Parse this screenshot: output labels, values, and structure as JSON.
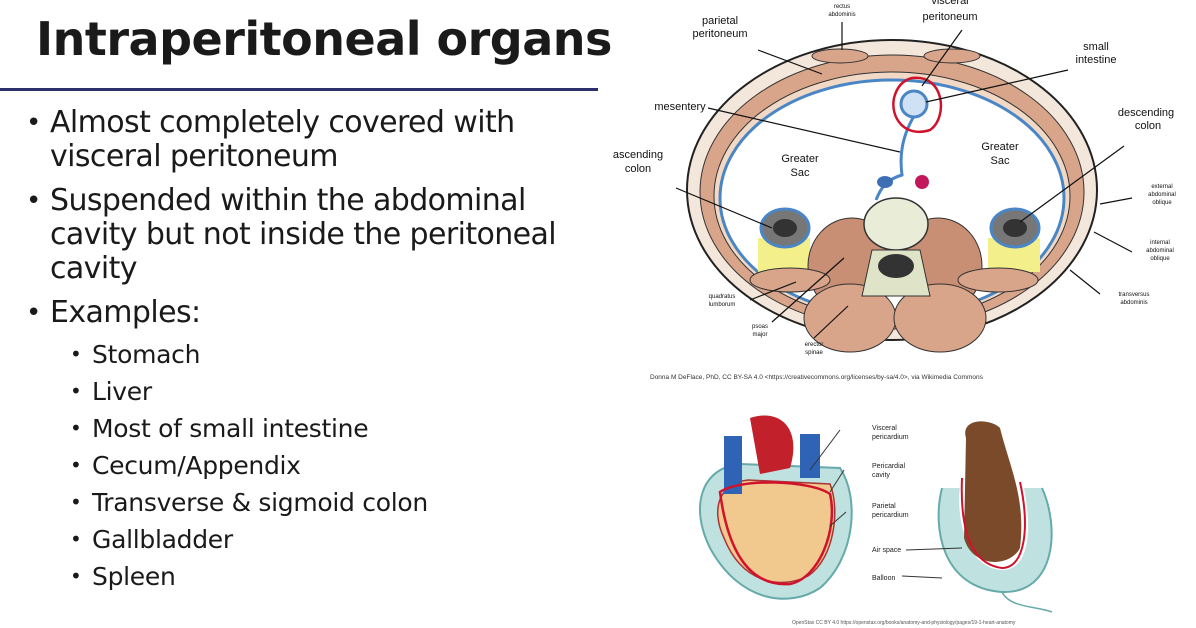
{
  "slide": {
    "title": "Intraperitoneal organs",
    "bullets": [
      "Almost completely covered with visceral peritoneum",
      "Suspended within the abdominal cavity but not inside the peritoneal cavity",
      "Examples:"
    ],
    "examples": [
      "Stomach",
      "Liver",
      "Most of small intestine",
      "Cecum/Appendix",
      "Transverse & sigmoid colon",
      "Gallbladder",
      "Spleen"
    ]
  },
  "abdomen_figure": {
    "labels": {
      "parietal_peritoneum": [
        "parietal",
        "peritoneum"
      ],
      "rectus_abdominis": [
        "rectus",
        "abdominis"
      ],
      "visceral_peritoneum": [
        "visceral",
        "peritoneum"
      ],
      "small_intestine": [
        "small",
        "intestine"
      ],
      "mesentery": "mesentery",
      "descending_colon": [
        "descending",
        "colon"
      ],
      "ascending_colon": [
        "ascending",
        "colon"
      ],
      "greater_sac_left": [
        "Greater",
        "Sac"
      ],
      "greater_sac_right": [
        "Greater",
        "Sac"
      ],
      "external_abdominal_oblique": [
        "external",
        "abdominal",
        "oblique"
      ],
      "internal_abdominal_oblique": [
        "internal",
        "abdominal",
        "oblique"
      ],
      "transversus_abdominis": [
        "transversus",
        "abdominis"
      ],
      "quadratus_lumborum": [
        "quadratus",
        "lumborum"
      ],
      "psoas_major": [
        "psoas",
        "major"
      ],
      "erector_spinae": [
        "erector",
        "spinae"
      ]
    },
    "credit": "Donna M DeFlace, PhD, CC BY-SA 4.0 <https://creativecommons.org/licenses/by-sa/4.0>, via Wikimedia Commons",
    "annotation_color": "#d0122c"
  },
  "heart_figure": {
    "labels": {
      "visceral_pericardium": [
        "Visceral",
        "pericardium"
      ],
      "pericardial_cavity": [
        "Pericardial",
        "cavity"
      ],
      "parietal_pericardium": [
        "Parietal",
        "pericardium"
      ],
      "air_space": "Air space",
      "balloon": "Balloon"
    },
    "credit": "OpenStax CC BY 4.0 https://openstax.org/books/anatomy-and-physiology/pages/19-1-heart-anatomy"
  }
}
